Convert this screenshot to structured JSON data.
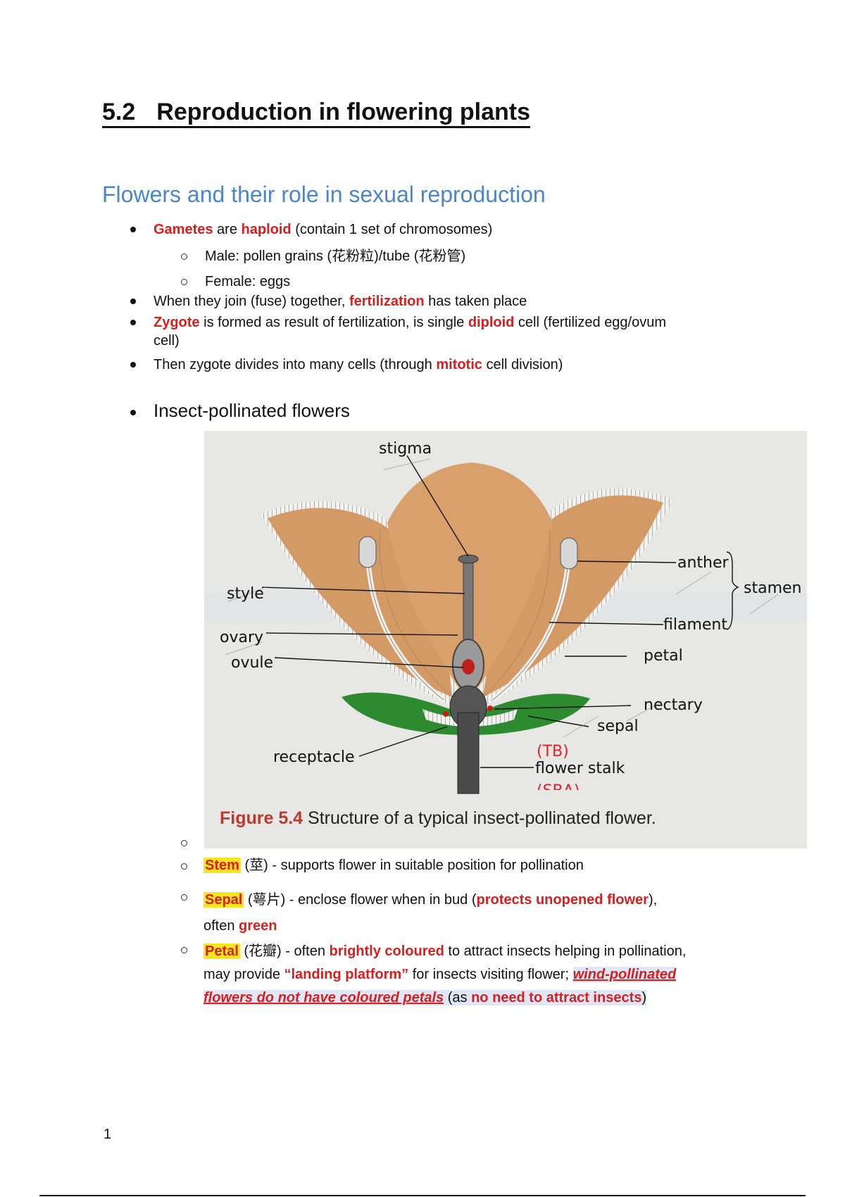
{
  "page": {
    "section_number": "5.2",
    "title": "Reproduction in flowering plants",
    "subheading": "Flowers and their role in sexual reproduction",
    "page_number": "1"
  },
  "bullets": {
    "b1": {
      "term1": "Gametes",
      "t1": " are ",
      "term2": "haploid",
      "t2": " (contain 1 set of chromosomes)"
    },
    "b1_sub1": "Male: pollen grains (花粉粒)/tube (花粉管)",
    "b1_sub2": "Female: eggs",
    "b2": {
      "t1": "When they join (fuse) together, ",
      "term": "fertilization",
      "t2": " has taken place"
    },
    "b3": {
      "term1": "Zygote",
      "t1": " is formed as result of fertilization, is single ",
      "term2": "diploid",
      "t2": " cell (fertilized egg/ovum",
      "t3": "cell)"
    },
    "b4": {
      "t1": "Then zygote divides into many cells (through ",
      "term": "mitotic",
      "t2": " cell division)"
    },
    "b5": "Insect-pollinated flowers"
  },
  "figure": {
    "caption_label": "Figure 5.4",
    "caption_text": " Structure of a typical insect-pollinated flower.",
    "labels": {
      "stigma": "stigma",
      "style": "style",
      "ovary": "ovary",
      "ovule": "ovule",
      "anther": "anther",
      "filament": "filament",
      "stamen": "stamen",
      "petal": "petal",
      "nectary": "nectary",
      "sepal": "sepal",
      "receptacle": "receptacle",
      "flower_stalk": "flower stalk",
      "tb_note": "(TB)",
      "sba_note": "(SBA)"
    },
    "colors": {
      "petal": "#d79a66",
      "sepal": "#2d8a2f",
      "stalk": "#444444"
    }
  },
  "parts": {
    "stem": {
      "term": "Stem",
      "chinese": " (莖)",
      "desc": " - supports flower in suitable position for pollination"
    },
    "sepal": {
      "term": "Sepal",
      "chinese": " (萼片)",
      "d1": " - enclose flower when in bud (",
      "emph1": "protects unopened flower",
      "d2": "),",
      "d3": "often ",
      "emph2": "green"
    },
    "petal": {
      "term": "Petal",
      "chinese": " (花瓣)",
      "d1": " - often ",
      "emph1": "brightly coloured",
      "d2": " to attract insects helping in pollination,",
      "d3": "may provide ",
      "emph2": "“landing platform”",
      "d4": " for insects visiting flower; ",
      "emph3": "wind-pollinated",
      "emph4": "flowers do not have coloured petals",
      "d5": " (as ",
      "emph5": "no need to attract insects",
      "d6": ")"
    }
  }
}
